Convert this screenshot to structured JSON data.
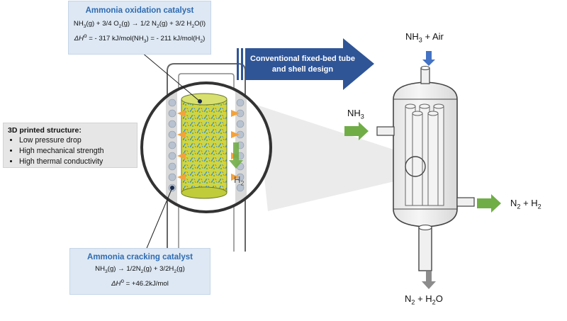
{
  "oxidation": {
    "title": "Ammonia oxidation catalyst",
    "eq_parts": [
      "NH",
      "3",
      "(g) + 3/4 O",
      "2",
      "(g) ",
      "→",
      " 1/2 N",
      "2",
      "(g) + 3/2 H",
      "2",
      "O(l)"
    ],
    "dh_parts": [
      "ΔH",
      "o",
      " = - 317 kJ/mol(NH",
      "3",
      ") = - 211 kJ/mol(H",
      "2",
      ")"
    ]
  },
  "cracking": {
    "title": "Ammonia cracking catalyst",
    "eq_parts": [
      "NH",
      "3",
      "(g) ",
      "→",
      " 1/2N",
      "2",
      "(g) + 3/2H",
      "2",
      "(g)"
    ],
    "dh_parts": [
      "ΔH",
      "o",
      " = +46.2kJ/mol"
    ]
  },
  "structure": {
    "title": "3D printed structure:",
    "items": [
      "Low pressure drop",
      "High mechanical strength",
      "High thermal conductivity"
    ]
  },
  "conventional": {
    "line1": "Conventional fixed-bed tube",
    "line2": "and shell design"
  },
  "labels": {
    "h2": [
      "H",
      "2"
    ],
    "nh3_air": [
      "NH",
      "3",
      " + Air"
    ],
    "nh3": [
      "NH",
      "3"
    ],
    "n2_h2": [
      "N",
      "2",
      " + H",
      "2"
    ],
    "n2_h2o": [
      "N",
      "2",
      " + H",
      "2",
      "O"
    ]
  },
  "colors": {
    "blue_arrow": "#2f5597",
    "green_arrow": "#70ad47",
    "grey_arrow": "#8c8c8c",
    "accent": "#2f6bb0"
  }
}
